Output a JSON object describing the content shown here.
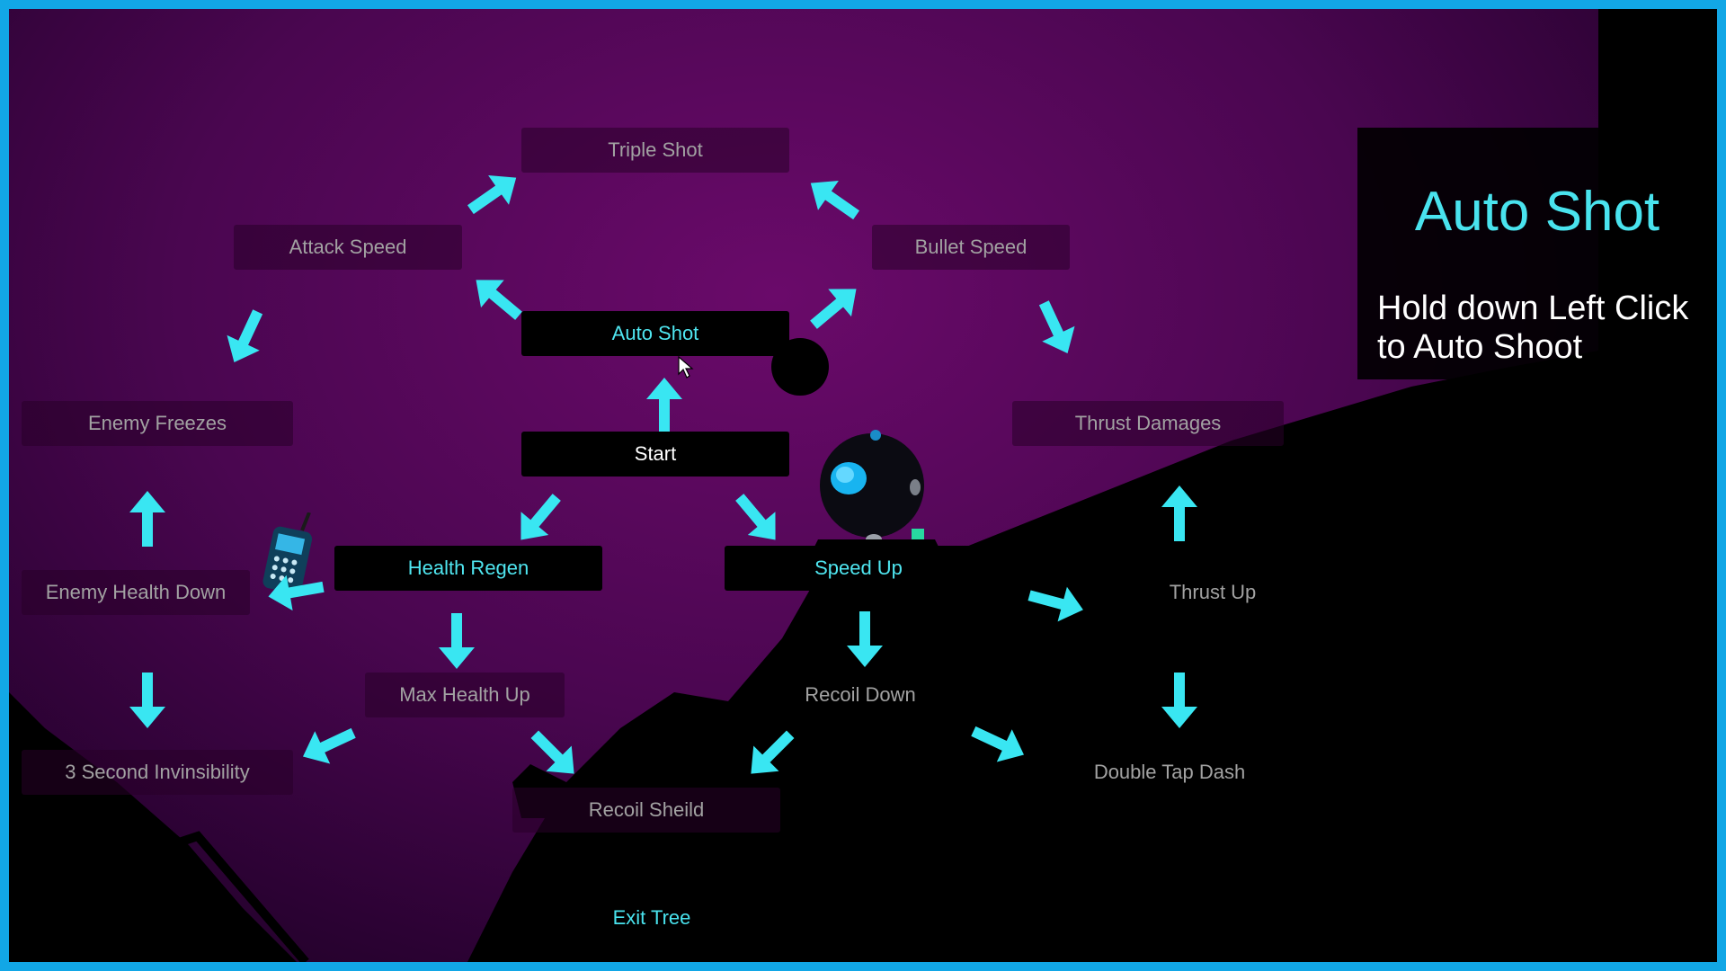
{
  "colors": {
    "frame": "#12a7e6",
    "arrow": "#39e6f2",
    "unlocked_text": "#4fe6f0",
    "locked_text": "#a2a2a2",
    "accent_title": "#49e3ee"
  },
  "tree": {
    "triple_shot": "Triple Shot",
    "attack_speed": "Attack Speed",
    "bullet_speed": "Bullet Speed",
    "auto_shot": "Auto Shot",
    "enemy_freezes": "Enemy Freezes",
    "thrust_damages": "Thrust Damages",
    "start": "Start",
    "health_regen": "Health Regen",
    "speed_up": "Speed Up",
    "enemy_health_down": "Enemy Health Down",
    "thrust_up": "Thrust Up",
    "max_health_up": "Max Health Up",
    "recoil_down": "Recoil Down",
    "three_second_invinsibility": "3 Second Invinsibility",
    "double_tap_dash": "Double Tap Dash",
    "recoil_sheild": "Recoil Sheild"
  },
  "info_panel": {
    "title": "Auto Shot",
    "description": "Hold down Left Click to Auto Shoot"
  },
  "exit_label": "Exit Tree",
  "icons": [
    "arrow-icon",
    "cursor-icon",
    "phone-icon",
    "robot-player-icon"
  ]
}
